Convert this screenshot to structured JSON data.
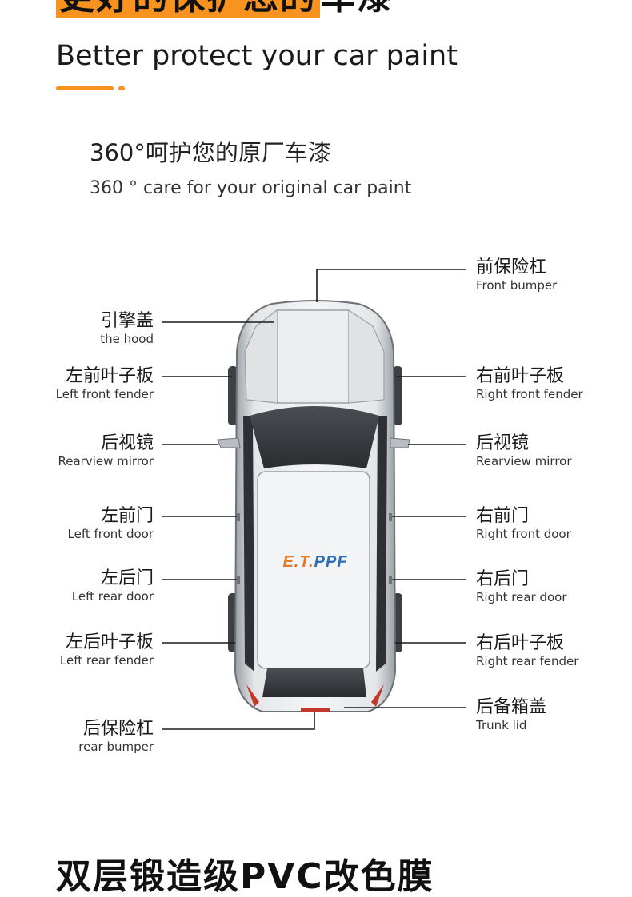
{
  "header": {
    "partial_title_highlight": "更好的保护您的",
    "partial_title_rest": "车漆",
    "subtitle_en": "Better protect your car paint"
  },
  "section": {
    "heading_cn": "360°呵护您的原厂车漆",
    "heading_en": "360 ° care for your original car paint"
  },
  "car": {
    "logo_text": "E.T.PPF",
    "logo_color": "#e87722",
    "logo_accent_color": "#2a6fb5"
  },
  "labels": {
    "front_bumper": {
      "cn": "前保险杠",
      "en": "Front bumper"
    },
    "hood": {
      "cn": "引擎盖",
      "en": "the hood"
    },
    "left_front_fender": {
      "cn": "左前叶子板",
      "en": "Left front fender"
    },
    "right_front_fender": {
      "cn": "右前叶子板",
      "en": "Right front fender"
    },
    "left_mirror": {
      "cn": "后视镜",
      "en": "Rearview mirror"
    },
    "right_mirror": {
      "cn": "后视镜",
      "en": "Rearview mirror"
    },
    "left_front_door": {
      "cn": "左前门",
      "en": "Left front door"
    },
    "right_front_door": {
      "cn": "右前门",
      "en": "Right front door"
    },
    "left_rear_door": {
      "cn": "左后门",
      "en": "Left rear door"
    },
    "right_rear_door": {
      "cn": "右后门",
      "en": "Right rear door"
    },
    "left_rear_fender": {
      "cn": "左后叶子板",
      "en": "Left rear fender"
    },
    "right_rear_fender": {
      "cn": "右后叶子板",
      "en": "Right rear fender"
    },
    "trunk_lid": {
      "cn": "后备箱盖",
      "en": "Trunk lid"
    },
    "rear_bumper": {
      "cn": "后保险杠",
      "en": "rear bumper"
    }
  },
  "footer": {
    "partial_title": "双层锻造级PVC改色膜"
  },
  "colors": {
    "accent": "#f7931e",
    "line": "#1a1a1a"
  }
}
